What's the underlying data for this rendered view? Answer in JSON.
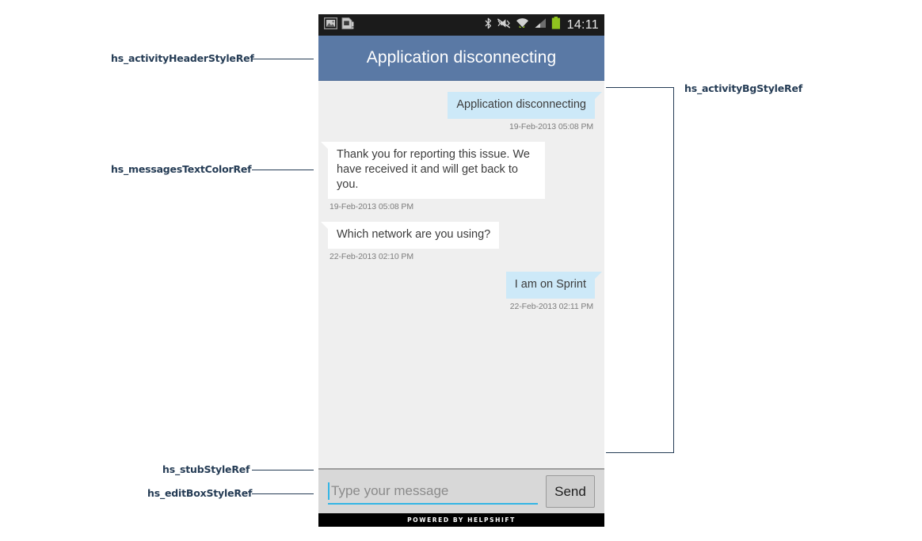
{
  "statusbar": {
    "icons_left": [
      "image-icon",
      "sim-card-alert-icon"
    ],
    "icons_right": [
      "bluetooth-icon",
      "mute-vibrate-icon",
      "wifi-icon",
      "cellular-signal-icon",
      "battery-icon"
    ],
    "clock": "14:11"
  },
  "header": {
    "title": "Application disconnecting",
    "bg_color": "#5a79a5"
  },
  "conversation": {
    "bg_color": "#efefef",
    "messages": [
      {
        "direction": "out",
        "text": "Application disconnecting",
        "timestamp": "19-Feb-2013 05:08 PM"
      },
      {
        "direction": "in",
        "text": "Thank you for reporting this issue. We have received it and will get back to you.",
        "timestamp": "19-Feb-2013 05:08 PM"
      },
      {
        "direction": "in",
        "text": "Which network are you using?",
        "timestamp": "22-Feb-2013 02:10 PM"
      },
      {
        "direction": "out",
        "text": "I am on Sprint",
        "timestamp": "22-Feb-2013 02:11 PM"
      }
    ],
    "out_bubble_color": "#cde9f8",
    "in_bubble_color": "#ffffff",
    "text_color": "#3c3c3c"
  },
  "composer": {
    "placeholder": "Type your message",
    "value": "",
    "send_label": "Send",
    "accent_color": "#33b5e5"
  },
  "footer": {
    "text": "POWERED BY HELPSHIFT"
  },
  "annotations": [
    {
      "id": "header-ref",
      "label": "hs_activityHeaderStyleRef"
    },
    {
      "id": "messages-ref",
      "label": "hs_messagesTextColorRef"
    },
    {
      "id": "stub-ref",
      "label": "hs_stubStyleRef"
    },
    {
      "id": "editbox-ref",
      "label": "hs_editBoxStyleRef"
    },
    {
      "id": "bg-ref",
      "label": "hs_activityBgStyleRef"
    }
  ]
}
